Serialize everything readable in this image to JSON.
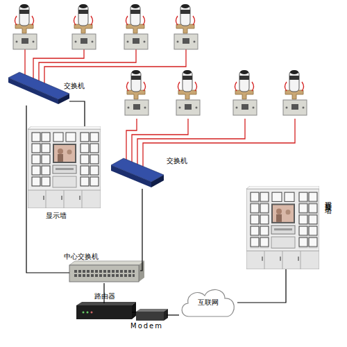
{
  "diagram": {
    "nodes": [
      {
        "text": [
          "交换机"
        ]
      },
      {
        "text": [
          "交换机"
        ]
      },
      {
        "text": [
          "显示墙"
        ]
      },
      {
        "text": [
          "中心交换机"
        ]
      },
      {
        "text": [
          "路由器"
        ]
      },
      {
        "text": [
          "Modem"
        ]
      },
      {
        "text": [
          "互联网"
        ]
      },
      {
        "text": [
          "远程显示墙"
        ]
      }
    ],
    "edges": [
      {
        "from": 0,
        "to": 2,
        "arrow": "none"
      },
      {
        "from": 0,
        "to": 3,
        "arrow": "none"
      },
      {
        "from": 1,
        "to": 3,
        "arrow": "none"
      },
      {
        "from": 3,
        "to": 4,
        "arrow": "none"
      },
      {
        "from": 4,
        "to": 5,
        "arrow": "none"
      },
      {
        "from": 5,
        "to": 6,
        "arrow": "none"
      },
      {
        "from": 6,
        "to": 7,
        "arrow": "none"
      }
    ]
  }
}
